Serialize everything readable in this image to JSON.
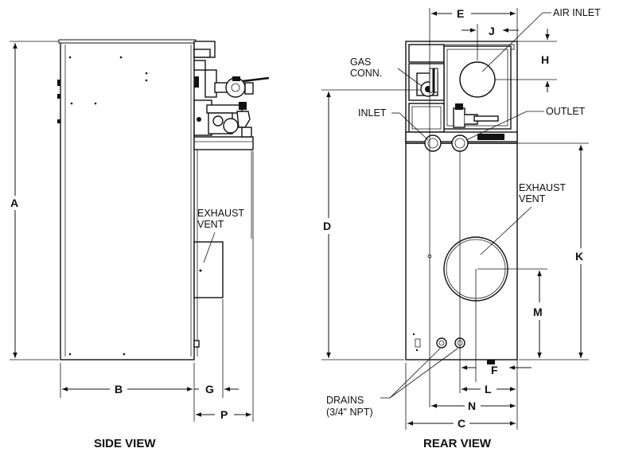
{
  "views": {
    "side": "SIDE VIEW",
    "rear": "REAR VIEW"
  },
  "dimensions": {
    "A": "A",
    "B": "B",
    "C": "C",
    "D": "D",
    "E": "E",
    "F": "F",
    "G": "G",
    "H": "H",
    "J": "J",
    "K": "K",
    "L": "L",
    "M": "M",
    "N": "N",
    "P": "P"
  },
  "callouts": {
    "side_exhaust_line1": "EXHAUST",
    "side_exhaust_line2": "VENT",
    "air_inlet": "AIR INLET",
    "gas_line1": "GAS",
    "gas_line2": "CONN.",
    "inlet": "INLET",
    "outlet": "OUTLET",
    "rear_exhaust_line1": "EXHAUST",
    "rear_exhaust_line2": "VENT",
    "drains_line1": "DRAINS",
    "drains_line2": "(3/4\" NPT)"
  }
}
